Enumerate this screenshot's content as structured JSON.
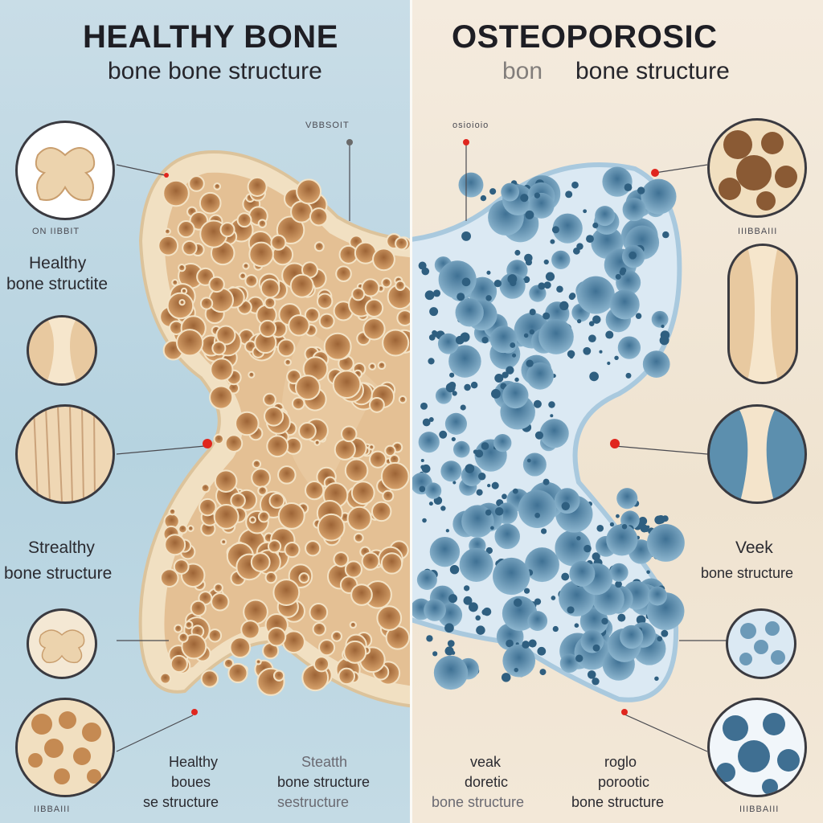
{
  "left": {
    "title": "HEALTHY BONE",
    "subtitle": "bone bone structure",
    "top_marker": "VBBSOIT",
    "small_caption_1": "ON IIBBIT",
    "label_1_line1": "Healthy",
    "label_1_line2": "bone structite",
    "label_2_line1": "Strealthy",
    "label_2_line2": "bone structure",
    "bottom_a_line1": "Healthy",
    "bottom_a_line2": "boues",
    "bottom_a_line3": "se structure",
    "bottom_b_line1": "Steatth",
    "bottom_b_line2": "bone structure",
    "bottom_b_line3": "sestructure",
    "bottom_caption": "IIBBAIII"
  },
  "right": {
    "title": "OSTEOPOROSIC",
    "subtitle_a": "bon",
    "subtitle_b": "bone structure",
    "top_marker": "osioioio",
    "small_caption_1": "IIIBBAIII",
    "label_1_line1": "Veek",
    "label_1_line2": "bone structure",
    "bottom_a_line1": "veak",
    "bottom_a_line2": "doretic",
    "bottom_a_line3": "bone structure",
    "bottom_b_line1": "roglo",
    "bottom_b_line2": "porootic",
    "bottom_b_line3": "bone structure",
    "bottom_caption": "IIIBBAIII"
  },
  "colors": {
    "left_background": "#b6d3e0",
    "right_background": "#efe3d0",
    "healthy_bone": "#ecd6b0",
    "healthy_pore": "#c98e58",
    "osteo_bone": "#d9e8f2",
    "osteo_pore": "#5c8fae",
    "marker": "#e0261e"
  }
}
